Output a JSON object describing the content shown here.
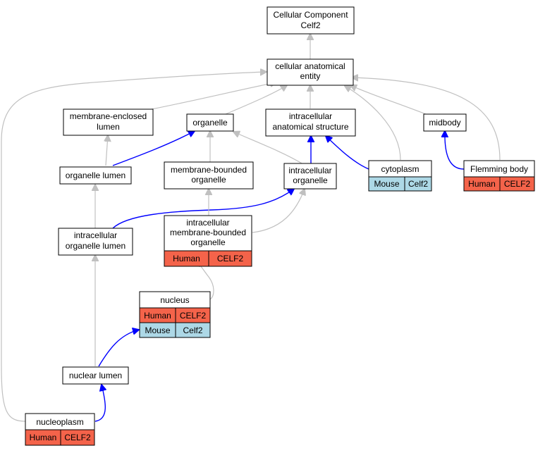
{
  "colors": {
    "is_a_edge": "#c0c0c0",
    "part_of_edge": "#0000ff",
    "human": "#f4634a",
    "mouse": "#add8e6"
  },
  "nodes": {
    "root": {
      "line1": "Cellular Component",
      "line2": "Celf2"
    },
    "cellular_anatomical_entity": {
      "line1": "cellular anatomical",
      "line2": "entity"
    },
    "membrane_enclosed_lumen": {
      "line1": "membrane-enclosed",
      "line2": "lumen"
    },
    "organelle": {
      "label": "organelle"
    },
    "intracellular_anatomical_structure": {
      "line1": "intracellular",
      "line2": "anatomical structure"
    },
    "midbody": {
      "label": "midbody"
    },
    "organelle_lumen": {
      "label": "organelle lumen"
    },
    "membrane_bounded_organelle": {
      "line1": "membrane-bounded",
      "line2": "organelle"
    },
    "intracellular_organelle": {
      "line1": "intracellular",
      "line2": "organelle"
    },
    "cytoplasm": {
      "label": "cytoplasm",
      "species": "Mouse",
      "gene": "Celf2"
    },
    "flemming_body": {
      "label": "Flemming body",
      "species": "Human",
      "gene": "CELF2"
    },
    "intracellular_organelle_lumen": {
      "line1": "intracellular",
      "line2": "organelle lumen"
    },
    "intracellular_membrane_bounded_organelle": {
      "line1": "intracellular",
      "line2": "membrane-bounded",
      "line3": "organelle",
      "species": "Human",
      "gene": "CELF2"
    },
    "nucleus": {
      "label": "nucleus",
      "species1": "Human",
      "gene1": "CELF2",
      "species2": "Mouse",
      "gene2": "Celf2"
    },
    "nuclear_lumen": {
      "label": "nuclear lumen"
    },
    "nucleoplasm": {
      "label": "nucleoplasm",
      "species": "Human",
      "gene": "CELF2"
    }
  }
}
